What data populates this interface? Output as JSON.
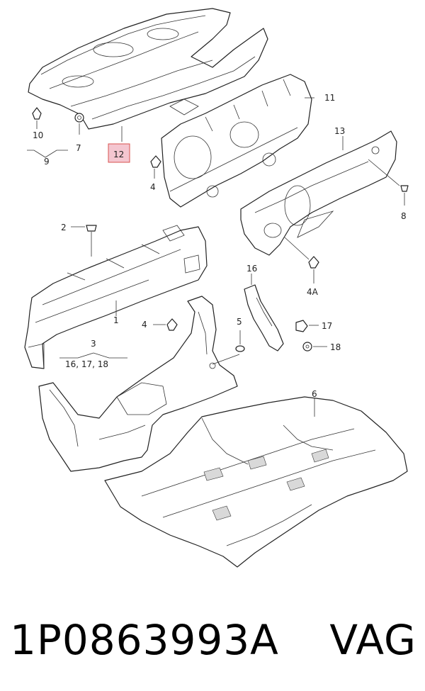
{
  "callouts": {
    "c1": "1",
    "c2": "2",
    "c3": "3",
    "c3_sub": "16, 17, 18",
    "c4a": "4",
    "c4b": "4",
    "c4A": "4A",
    "c5": "5",
    "c6": "6",
    "c7": "7",
    "c8": "8",
    "c9": "9",
    "c10": "10",
    "c11": "11",
    "c12": "12",
    "c13": "13",
    "c16": "16",
    "c17": "17",
    "c18": "18"
  },
  "highlight": {
    "callout": "12",
    "color": "#f4c6d0",
    "border": "#d9534f"
  },
  "footer": {
    "part_number": "1P0863993A",
    "brand": "VAG"
  }
}
